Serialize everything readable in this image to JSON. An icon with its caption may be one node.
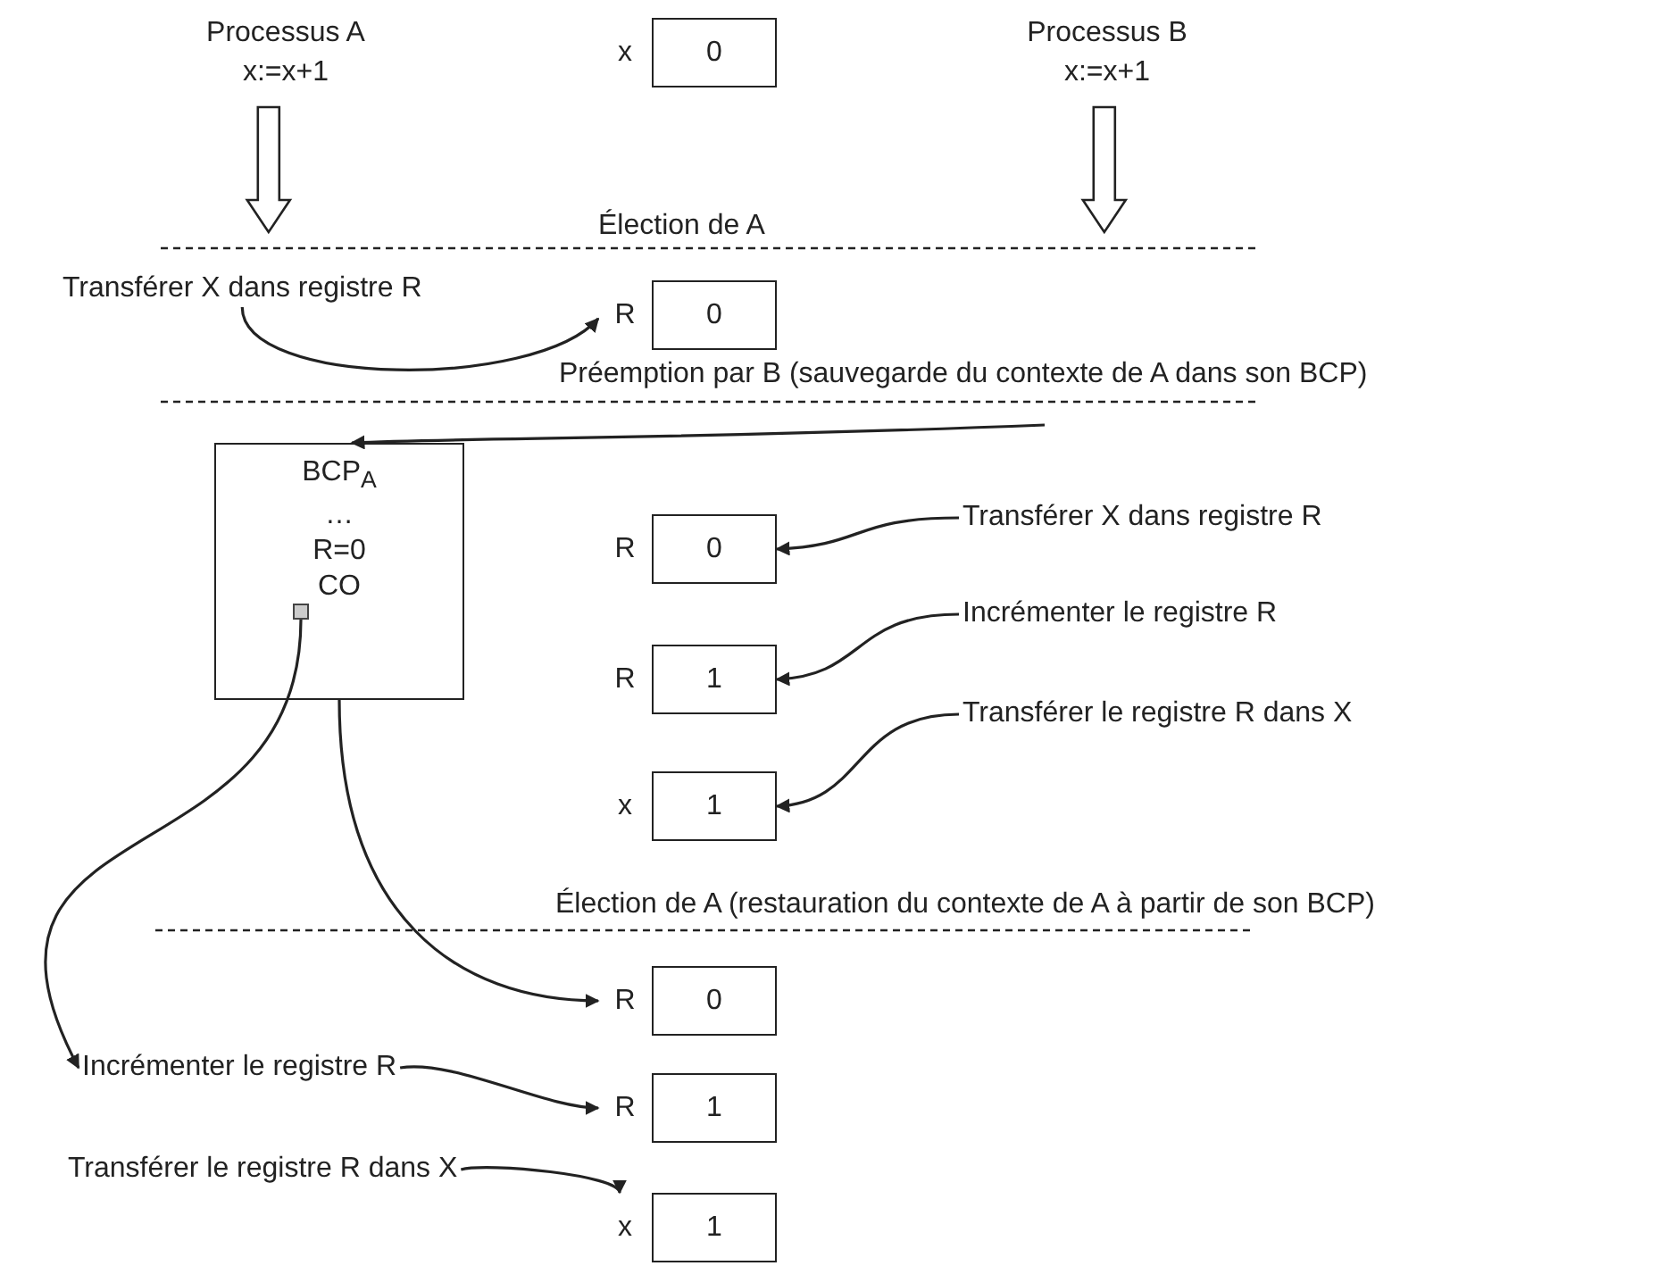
{
  "diagram": {
    "nodes": [
      {
        "text": [
          "Processus A",
          "x:=x+1"
        ]
      },
      {
        "text": [
          "0"
        ],
        "beside": [
          "x"
        ]
      },
      {
        "text": [
          "Processus B",
          "x:=x+1"
        ]
      },
      {
        "text": [
          "Transférer X dans registre R"
        ]
      },
      {
        "text": [
          "0"
        ],
        "beside": [
          "R"
        ]
      },
      {
        "text": [
          "BCP$_{A}$",
          "…",
          "R=0",
          "CO"
        ]
      },
      {
        "text": [],
        "shape": "box",
        "in": 5
      },
      {
        "text": [
          "0"
        ],
        "beside": [
          "R"
        ]
      },
      {
        "text": [
          "1"
        ],
        "beside": [
          "R"
        ]
      },
      {
        "text": [
          "1"
        ],
        "beside": [
          "x"
        ]
      },
      {
        "text": [
          "Transférer X dans registre R"
        ]
      },
      {
        "text": [
          "Incrémenter le registre R"
        ]
      },
      {
        "text": [
          "Transférer le registre R dans X"
        ]
      },
      {
        "text": [
          "0"
        ],
        "beside": [
          "R"
        ]
      },
      {
        "text": [
          "Incrémenter le registre R"
        ]
      },
      {
        "text": [
          "1"
        ],
        "beside": [
          "R"
        ]
      },
      {
        "text": [
          "Transférer le registre R dans X"
        ]
      },
      {
        "text": [
          "1"
        ],
        "beside": [
          "x"
        ]
      }
    ],
    "edges": [
      {
        "from": 0,
        "to": null,
        "arrow": "to",
        "style": "thick"
      },
      {
        "from": 2,
        "to": null,
        "arrow": "to",
        "style": "thick"
      },
      {
        "from": 3,
        "to": 4,
        "arrow": "to"
      },
      {
        "from": null,
        "to": 5,
        "arrow": "to"
      },
      {
        "from": 10,
        "to": 7,
        "arrow": "to"
      },
      {
        "from": 11,
        "to": 8,
        "arrow": "to"
      },
      {
        "from": 12,
        "to": 9,
        "arrow": "to"
      },
      {
        "from": 6,
        "to": 14,
        "arrow": "to"
      },
      {
        "from": 5,
        "to": 13,
        "arrow": "to"
      },
      {
        "from": 14,
        "to": 15,
        "arrow": "to"
      },
      {
        "from": 16,
        "to": 17,
        "arrow": "to"
      }
    ],
    "labels": [
      "Élection de A",
      "Préemption par B (sauvegarde du contexte de A dans son BCP)",
      "Élection de A (restauration du contexte de A à partir de son BCP)"
    ]
  }
}
